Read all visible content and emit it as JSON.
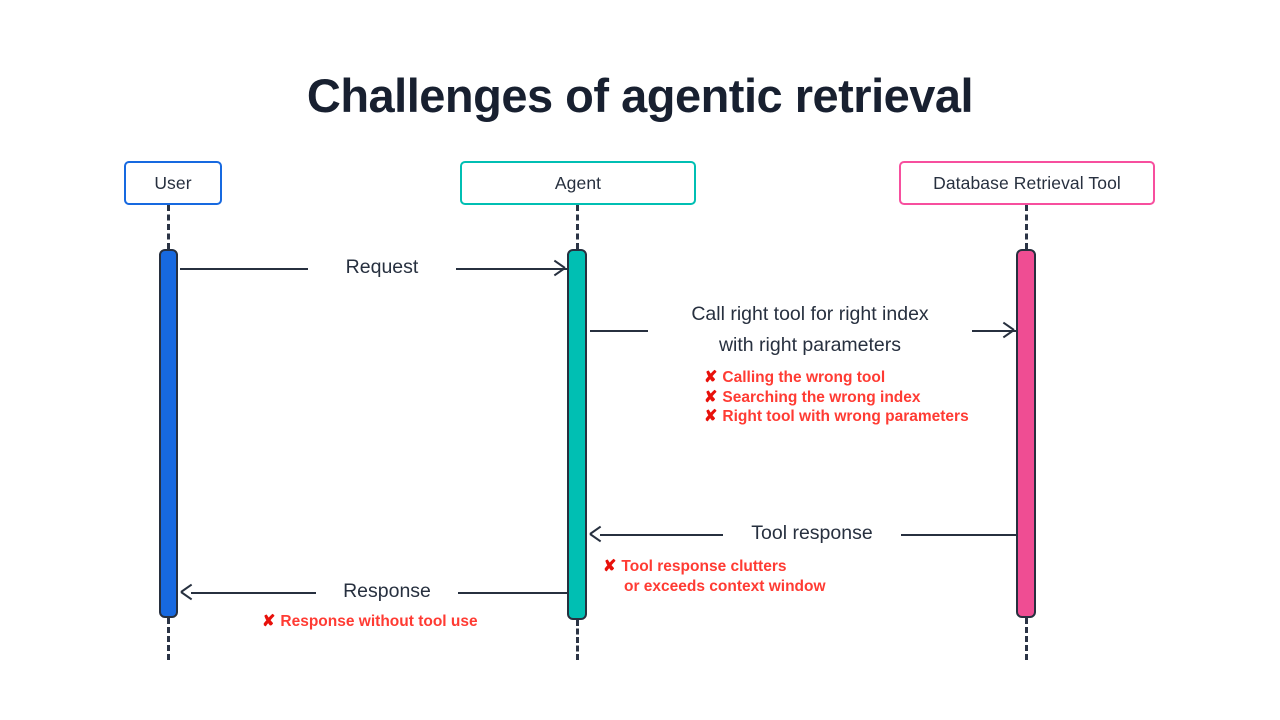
{
  "title": "Challenges of agentic retrieval",
  "theme": {
    "background": "#ffffff",
    "title_color": "#182030",
    "line_color": "#27303f",
    "error_text_color": "#ff3b33",
    "error_mark_color": "#e8110b"
  },
  "participants": [
    {
      "id": "user",
      "label": "User",
      "accent_color": "#1769e0",
      "bar_color": "#1769e0"
    },
    {
      "id": "agent",
      "label": "Agent",
      "accent_color": "#00bfb3",
      "bar_color": "#00bfb3"
    },
    {
      "id": "database-retrieval-tool",
      "label": "Database Retrieval Tool",
      "accent_color": "#f74f9e",
      "bar_color": "#ef4d93"
    }
  ],
  "messages": [
    {
      "id": "request",
      "label": "Request",
      "from": "user",
      "to": "agent",
      "direction": "right"
    },
    {
      "id": "call-tool",
      "label": "Call right tool for right index with right parameters",
      "line1": "Call right tool for right index",
      "line2": "with right parameters",
      "from": "agent",
      "to": "database-retrieval-tool",
      "direction": "right"
    },
    {
      "id": "tool-response",
      "label": "Tool response",
      "from": "database-retrieval-tool",
      "to": "agent",
      "direction": "left"
    },
    {
      "id": "response",
      "label": "Response",
      "from": "agent",
      "to": "user",
      "direction": "left"
    }
  ],
  "failures": {
    "tool_call": {
      "mark": "✘",
      "items": [
        "Calling the wrong tool",
        "Searching the wrong index",
        "Right tool with wrong parameters"
      ]
    },
    "tool_response": {
      "mark": "✘",
      "line1": "Tool response clutters",
      "line2": "or exceeds context window"
    },
    "response": {
      "mark": "✘",
      "items": [
        "Response without tool use"
      ]
    }
  }
}
